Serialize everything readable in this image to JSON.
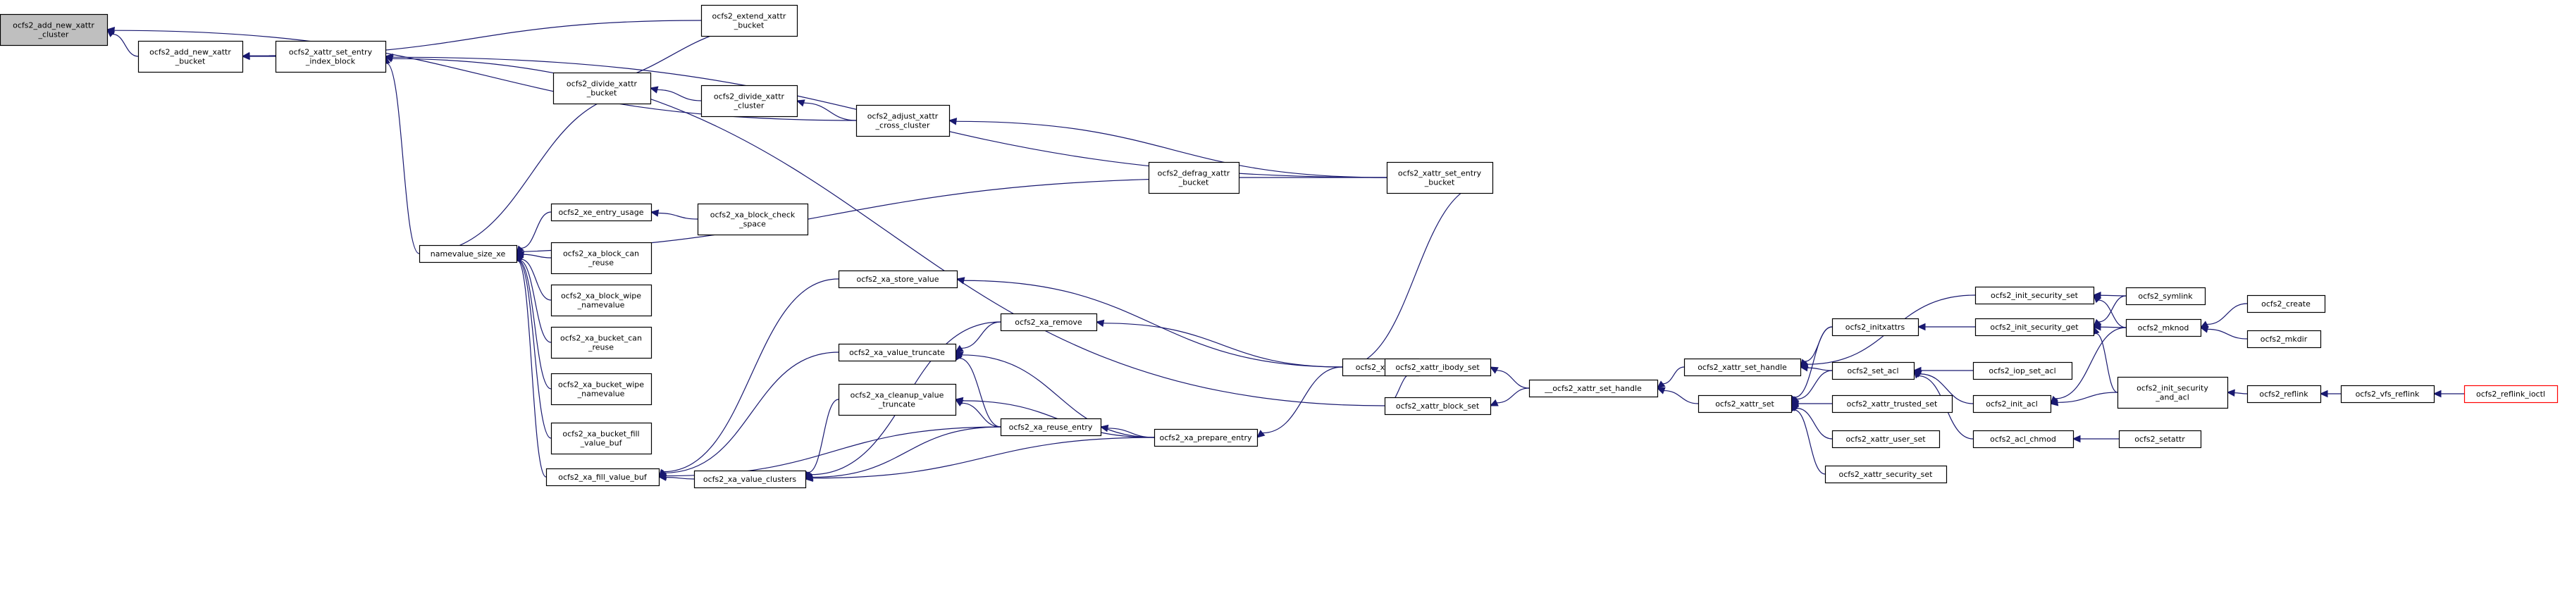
{
  "graph": {
    "nodes": [
      {
        "id": "root",
        "lines": [
          "ocfs2_add_new_xattr",
          "_cluster"
        ],
        "role": "root"
      },
      {
        "id": "add_bucket",
        "lines": [
          "ocfs2_add_new_xattr",
          "_bucket"
        ]
      },
      {
        "id": "extend_bucket",
        "lines": [
          "ocfs2_extend_xattr",
          "_bucket"
        ]
      },
      {
        "id": "set_entry_index",
        "lines": [
          "ocfs2_xattr_set_entry",
          "_index_block"
        ]
      },
      {
        "id": "divide_bucket",
        "lines": [
          "ocfs2_divide_xattr",
          "_bucket"
        ]
      },
      {
        "id": "divide_cluster",
        "lines": [
          "ocfs2_divide_xattr",
          "_cluster"
        ]
      },
      {
        "id": "adjust_cross",
        "lines": [
          "ocfs2_adjust_xattr",
          "_cross_cluster"
        ]
      },
      {
        "id": "defrag_bucket",
        "lines": [
          "ocfs2_defrag_xattr",
          "_bucket"
        ]
      },
      {
        "id": "set_entry_bucket",
        "lines": [
          "ocfs2_xattr_set_entry",
          "_bucket"
        ]
      },
      {
        "id": "namevalue",
        "lines": [
          "namevalue_size_xe"
        ]
      },
      {
        "id": "xe_entry_usage",
        "lines": [
          "ocfs2_xe_entry_usage"
        ]
      },
      {
        "id": "block_check_space",
        "lines": [
          "ocfs2_xa_block_check",
          "_space"
        ]
      },
      {
        "id": "block_can_reuse",
        "lines": [
          "ocfs2_xa_block_can",
          "_reuse"
        ]
      },
      {
        "id": "block_wipe",
        "lines": [
          "ocfs2_xa_block_wipe",
          "_namevalue"
        ]
      },
      {
        "id": "bucket_can_reuse",
        "lines": [
          "ocfs2_xa_bucket_can",
          "_reuse"
        ]
      },
      {
        "id": "bucket_wipe",
        "lines": [
          "ocfs2_xa_bucket_wipe",
          "_namevalue"
        ]
      },
      {
        "id": "bucket_fill",
        "lines": [
          "ocfs2_xa_bucket_fill",
          "_value_buf"
        ]
      },
      {
        "id": "fill_value_buf",
        "lines": [
          "ocfs2_xa_fill_value_buf"
        ]
      },
      {
        "id": "store_value",
        "lines": [
          "ocfs2_xa_store_value"
        ]
      },
      {
        "id": "xa_remove",
        "lines": [
          "ocfs2_xa_remove"
        ]
      },
      {
        "id": "value_truncate",
        "lines": [
          "ocfs2_xa_value_truncate"
        ]
      },
      {
        "id": "cleanup_truncate",
        "lines": [
          "ocfs2_xa_cleanup_value",
          "_truncate"
        ]
      },
      {
        "id": "value_clusters",
        "lines": [
          "ocfs2_xa_value_clusters"
        ]
      },
      {
        "id": "reuse_entry",
        "lines": [
          "ocfs2_xa_reuse_entry"
        ]
      },
      {
        "id": "prepare_entry",
        "lines": [
          "ocfs2_xa_prepare_entry"
        ]
      },
      {
        "id": "xa_set",
        "lines": [
          "ocfs2_xa_set"
        ]
      },
      {
        "id": "ibody_set",
        "lines": [
          "ocfs2_xattr_ibody_set"
        ]
      },
      {
        "id": "block_set",
        "lines": [
          "ocfs2_xattr_block_set"
        ]
      },
      {
        "id": "set_handle_inner",
        "lines": [
          "__ocfs2_xattr_set_handle"
        ]
      },
      {
        "id": "set_handle",
        "lines": [
          "ocfs2_xattr_set_handle"
        ]
      },
      {
        "id": "xattr_set",
        "lines": [
          "ocfs2_xattr_set"
        ]
      },
      {
        "id": "initxattrs",
        "lines": [
          "ocfs2_initxattrs"
        ]
      },
      {
        "id": "set_acl",
        "lines": [
          "ocfs2_set_acl"
        ]
      },
      {
        "id": "trusted_set",
        "lines": [
          "ocfs2_xattr_trusted_set"
        ]
      },
      {
        "id": "user_set",
        "lines": [
          "ocfs2_xattr_user_set"
        ]
      },
      {
        "id": "security_set",
        "lines": [
          "ocfs2_xattr_security_set"
        ]
      },
      {
        "id": "init_security_set",
        "lines": [
          "ocfs2_init_security_set"
        ]
      },
      {
        "id": "init_security_get",
        "lines": [
          "ocfs2_init_security_get"
        ]
      },
      {
        "id": "iop_set_acl",
        "lines": [
          "ocfs2_iop_set_acl"
        ]
      },
      {
        "id": "init_acl",
        "lines": [
          "ocfs2_init_acl"
        ]
      },
      {
        "id": "acl_chmod",
        "lines": [
          "ocfs2_acl_chmod"
        ]
      },
      {
        "id": "symlink",
        "lines": [
          "ocfs2_symlink"
        ]
      },
      {
        "id": "mknod",
        "lines": [
          "ocfs2_mknod"
        ]
      },
      {
        "id": "init_sec_and_acl",
        "lines": [
          "ocfs2_init_security",
          "_and_acl"
        ]
      },
      {
        "id": "setattr",
        "lines": [
          "ocfs2_setattr"
        ]
      },
      {
        "id": "create",
        "lines": [
          "ocfs2_create"
        ]
      },
      {
        "id": "mkdir",
        "lines": [
          "ocfs2_mkdir"
        ]
      },
      {
        "id": "reflink",
        "lines": [
          "ocfs2_reflink"
        ]
      },
      {
        "id": "vfs_reflink",
        "lines": [
          "ocfs2_vfs_reflink"
        ]
      },
      {
        "id": "reflink_ioctl",
        "lines": [
          "ocfs2_reflink_ioctl"
        ],
        "role": "highlight"
      }
    ],
    "edges": [
      [
        "add_bucket",
        "root"
      ],
      [
        "set_entry_index",
        "add_bucket"
      ],
      [
        "extend_bucket",
        "add_bucket"
      ],
      [
        "divide_bucket",
        "extend_bucket"
      ],
      [
        "adjust_cross",
        "root"
      ],
      [
        "divide_cluster",
        "divide_bucket"
      ],
      [
        "adjust_cross",
        "divide_cluster"
      ],
      [
        "set_entry_bucket",
        "adjust_cross"
      ],
      [
        "set_entry_bucket",
        "set_entry_index"
      ],
      [
        "defrag_bucket",
        "set_entry_bucket"
      ],
      [
        "namevalue",
        "set_entry_index"
      ],
      [
        "namevalue",
        "divide_bucket"
      ],
      [
        "namevalue",
        "defrag_bucket"
      ],
      [
        "xe_entry_usage",
        "namevalue"
      ],
      [
        "block_check_space",
        "xe_entry_usage"
      ],
      [
        "block_can_reuse",
        "namevalue"
      ],
      [
        "block_wipe",
        "namevalue"
      ],
      [
        "bucket_can_reuse",
        "namevalue"
      ],
      [
        "bucket_wipe",
        "namevalue"
      ],
      [
        "bucket_fill",
        "namevalue"
      ],
      [
        "fill_value_buf",
        "namevalue"
      ],
      [
        "block_set",
        "set_entry_index"
      ],
      [
        "store_value",
        "fill_value_buf"
      ],
      [
        "value_truncate",
        "fill_value_buf"
      ],
      [
        "value_clusters",
        "fill_value_buf"
      ],
      [
        "reuse_entry",
        "fill_value_buf"
      ],
      [
        "xa_set",
        "store_value"
      ],
      [
        "xa_remove",
        "value_truncate"
      ],
      [
        "xa_remove",
        "value_clusters"
      ],
      [
        "prepare_entry",
        "value_truncate"
      ],
      [
        "reuse_entry",
        "value_truncate"
      ],
      [
        "prepare_entry",
        "cleanup_truncate"
      ],
      [
        "reuse_entry",
        "cleanup_truncate"
      ],
      [
        "cleanup_truncate",
        "value_clusters"
      ],
      [
        "reuse_entry",
        "value_clusters"
      ],
      [
        "prepare_entry",
        "value_clusters"
      ],
      [
        "xa_set",
        "xa_remove"
      ],
      [
        "xa_set",
        "prepare_entry"
      ],
      [
        "prepare_entry",
        "reuse_entry"
      ],
      [
        "xa_set",
        "set_entry_bucket"
      ],
      [
        "ibody_set",
        "xa_set"
      ],
      [
        "block_set",
        "xa_set"
      ],
      [
        "set_handle_inner",
        "ibody_set"
      ],
      [
        "set_handle_inner",
        "block_set"
      ],
      [
        "set_handle",
        "set_handle_inner"
      ],
      [
        "xattr_set",
        "set_handle_inner"
      ],
      [
        "init_security_set",
        "set_handle"
      ],
      [
        "initxattrs",
        "set_handle"
      ],
      [
        "set_acl",
        "set_handle"
      ],
      [
        "set_acl",
        "xattr_set"
      ],
      [
        "trusted_set",
        "xattr_set"
      ],
      [
        "user_set",
        "xattr_set"
      ],
      [
        "security_set",
        "xattr_set"
      ],
      [
        "initxattrs",
        "xattr_set"
      ],
      [
        "init_security_get",
        "initxattrs"
      ],
      [
        "symlink",
        "init_security_set"
      ],
      [
        "mknod",
        "init_security_set"
      ],
      [
        "symlink",
        "init_security_get"
      ],
      [
        "mknod",
        "init_security_get"
      ],
      [
        "init_sec_and_acl",
        "init_security_get"
      ],
      [
        "iop_set_acl",
        "set_acl"
      ],
      [
        "init_acl",
        "set_acl"
      ],
      [
        "acl_chmod",
        "set_acl"
      ],
      [
        "mknod",
        "init_acl"
      ],
      [
        "init_sec_and_acl",
        "init_acl"
      ],
      [
        "setattr",
        "acl_chmod"
      ],
      [
        "create",
        "mknod"
      ],
      [
        "mkdir",
        "mknod"
      ],
      [
        "reflink",
        "init_sec_and_acl"
      ],
      [
        "vfs_reflink",
        "reflink"
      ],
      [
        "reflink_ioctl",
        "vfs_reflink"
      ]
    ]
  },
  "colors": {
    "edge": "#191970",
    "root_fill": "#bfbfbf",
    "highlight_stroke": "#ff0000",
    "node_stroke": "#000000",
    "background": "#ffffff"
  }
}
